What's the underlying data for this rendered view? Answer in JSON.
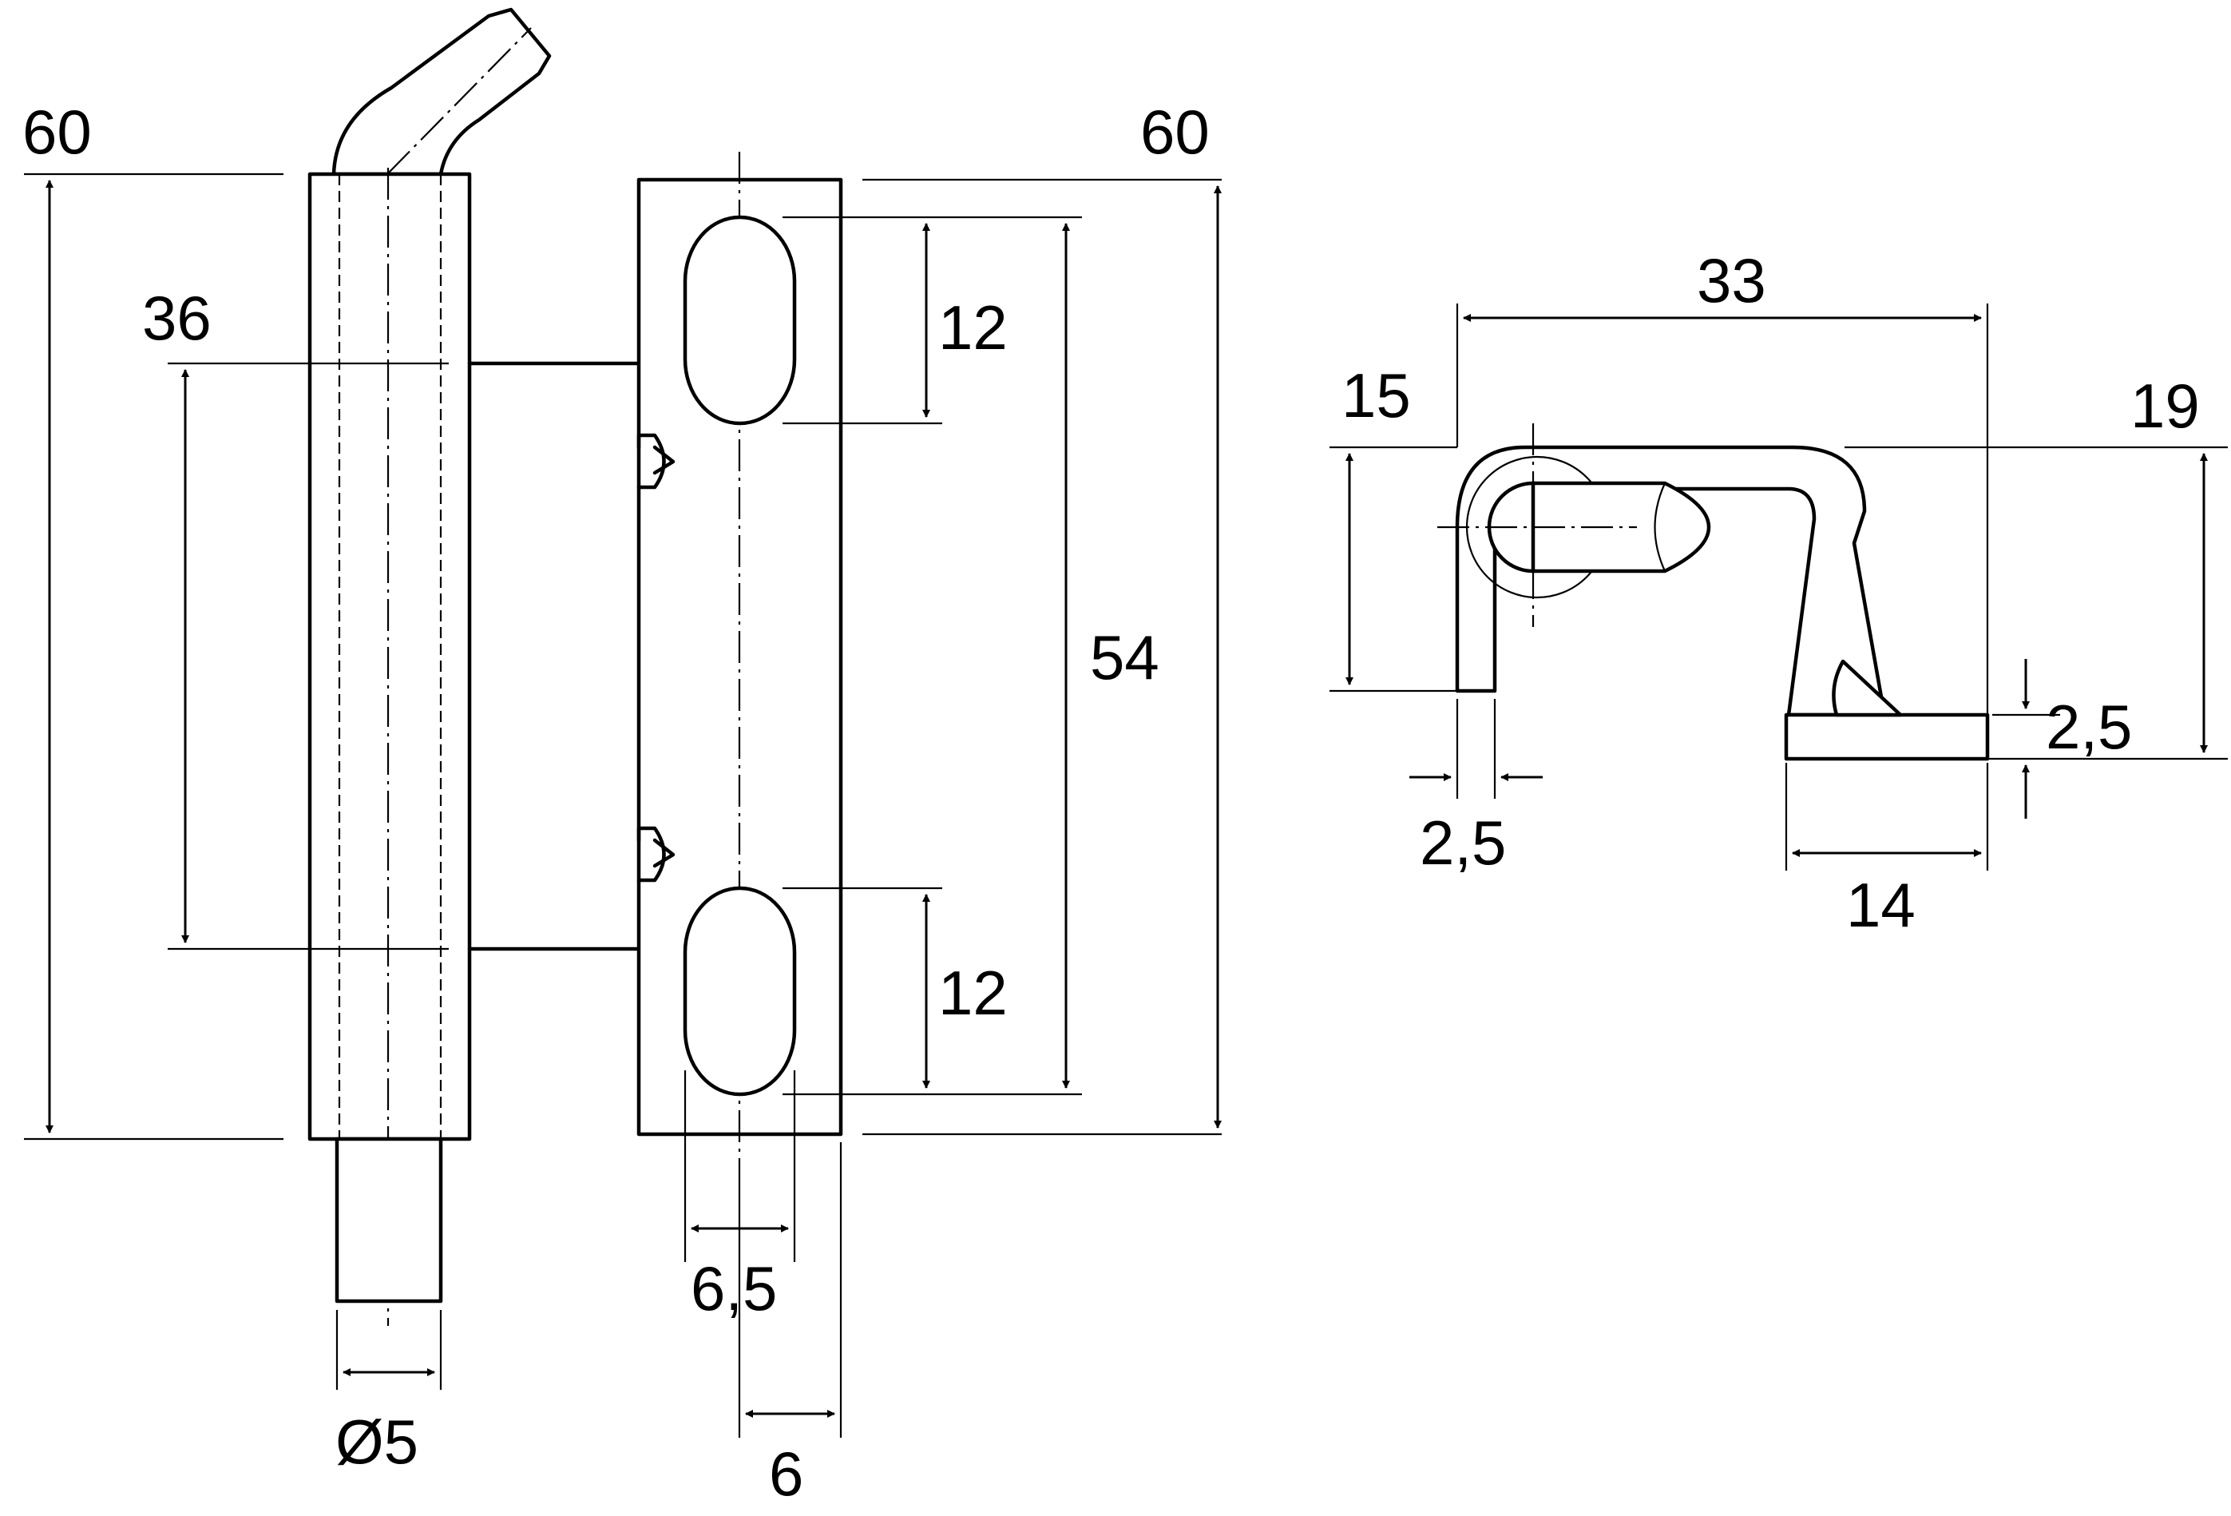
{
  "dimensions": {
    "front_height_left": "60",
    "pin_spacing": "36",
    "pin_diameter": "Ø5",
    "plate_height": "60",
    "hole_span": "54",
    "slot_top": "12",
    "slot_bottom": "12",
    "slot_width": "6,5",
    "center_offset": "6",
    "side_width": "33",
    "side_height_left": "15",
    "side_height_right": "19",
    "left_thickness": "2,5",
    "foot_thickness": "2,5",
    "foot_length": "14"
  }
}
